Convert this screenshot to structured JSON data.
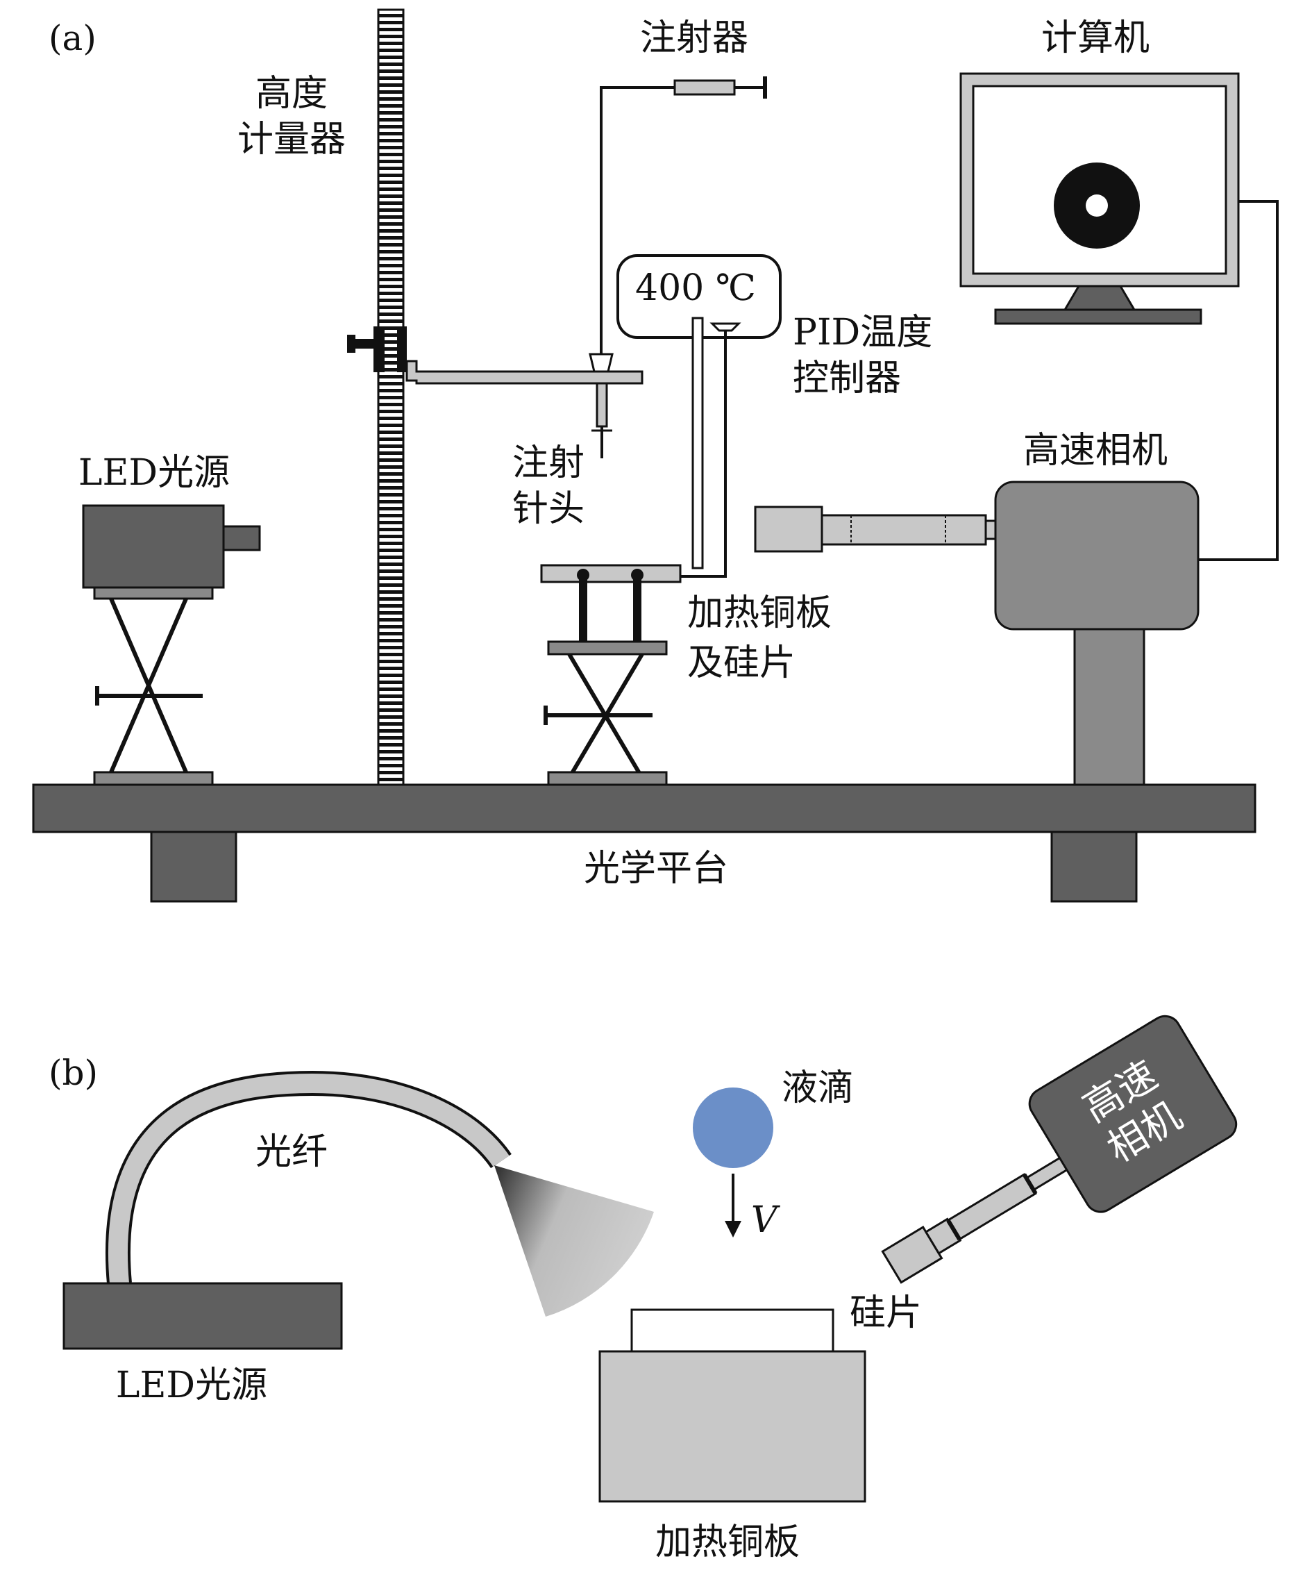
{
  "panel_a": {
    "tag": "(a)",
    "labels": {
      "height_gauge_line1": "高度",
      "height_gauge_line2": "计量器",
      "syringe": "注射器",
      "computer": "计算机",
      "temp_display": "400 ℃",
      "pid_line1": "PID温度",
      "pid_line2": "控制器",
      "needle_line1": "注射",
      "needle_line2": "针头",
      "led": "LED光源",
      "camera": "高速相机",
      "plate_line1": "加热铜板",
      "plate_line2": "及硅片",
      "optical_table": "光学平台"
    }
  },
  "panel_b": {
    "tag": "(b)",
    "labels": {
      "droplet": "液滴",
      "fiber": "光纤",
      "velocity": "V",
      "camera_line1": "高速",
      "camera_line2": "相机",
      "wafer": "硅片",
      "led": "LED光源",
      "copper_plate": "加热铜板"
    }
  },
  "colors": {
    "dark_gray": "#5f5f5f",
    "mid_gray": "#8a8a8a",
    "light_gray": "#c8c8c8",
    "droplet_blue": "#6b8fc8",
    "outline": "#111111"
  }
}
